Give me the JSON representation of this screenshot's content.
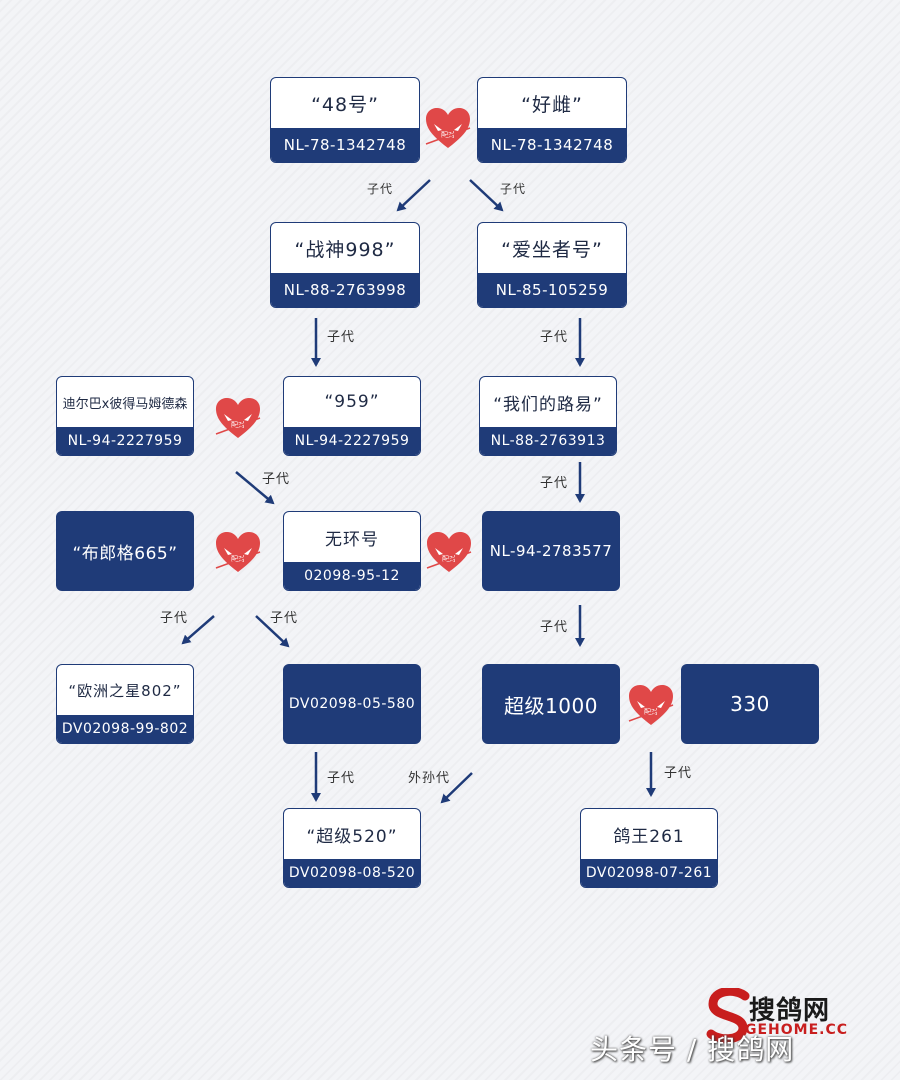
{
  "nodes": {
    "n48": {
      "name": "“48号”",
      "ring": "NL-78-1342748"
    },
    "haochi": {
      "name": "“好雌”",
      "ring": "NL-78-1342748"
    },
    "zhanshen": {
      "name": "“战神998”",
      "ring": "NL-88-2763998"
    },
    "aizuozhe": {
      "name": "“爱坐者号”",
      "ring": "NL-85-105259"
    },
    "dier": {
      "name": "迪尔巴x彼得马姆德森",
      "ring": "NL-94-2227959"
    },
    "n959": {
      "name": "“959”",
      "ring": "NL-94-2227959"
    },
    "women": {
      "name": "“我们的路易”",
      "ring": "NL-88-2763913"
    },
    "bulangge": {
      "name": "“布郎格665”"
    },
    "wuhuan": {
      "name": "无环号",
      "ring": "02098-95-12"
    },
    "nl94": {
      "name": "NL-94-2783577"
    },
    "ouzhou": {
      "name": "“欧洲之星802”",
      "ring": "DV02098-99-802"
    },
    "dv580": {
      "name": "DV02098-05-580"
    },
    "chaoji1000": {
      "name": "超级1000"
    },
    "n330": {
      "name": "330"
    },
    "chaoji520": {
      "name": "“超级520”",
      "ring": "DV02098-08-520"
    },
    "gewang": {
      "name": "鸽王261",
      "ring": "DV02098-07-261"
    }
  },
  "labels": {
    "child": "子代",
    "grandchild": "外孙代",
    "pair": "配对"
  },
  "colors": {
    "navy": "#1f3b78",
    "heart": "#e04848"
  },
  "watermark": {
    "logo_text": "搜鸽网",
    "logo_sub": "GEHOME.CC",
    "caption": "头条号 / 搜鸽网"
  }
}
